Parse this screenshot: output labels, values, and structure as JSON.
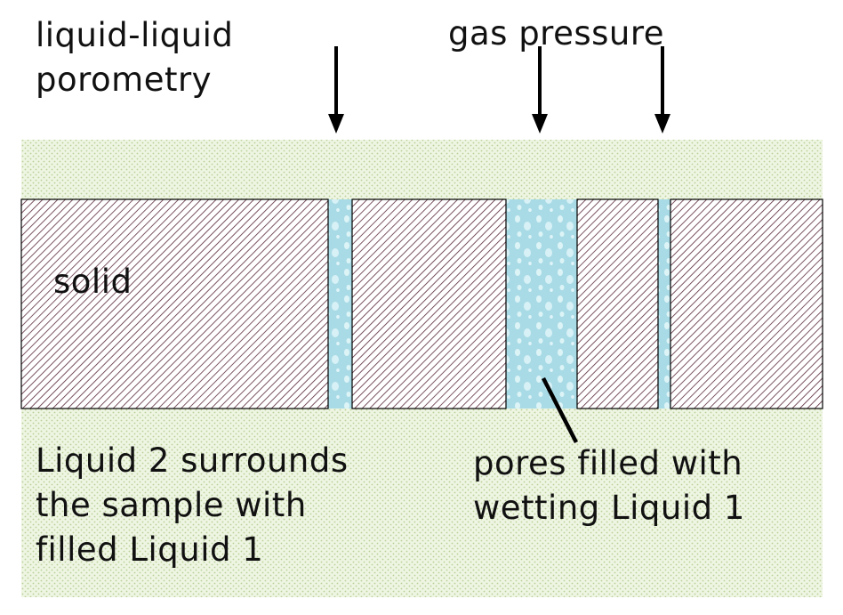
{
  "labels": {
    "title_line1": "liquid-liquid",
    "title_line2": "porometry",
    "gas_pressure": "gas pressure",
    "solid": "solid",
    "liquid2_text": "Liquid 2 surrounds\nthe sample with\nfilled Liquid 1",
    "pores_text": "pores filled with\nwetting Liquid 1"
  },
  "colors": {
    "liquid2_background": "#eef5e2",
    "liquid2_dots": "#b9cf98",
    "solid_fill": "#ffffff",
    "solid_hatch": "#5a2a3a",
    "pore_liquid": "#a9dbe6",
    "pore_drops": "#e6f8fb",
    "arrow": "#000000"
  },
  "icons": {
    "pressure_arrow": "down-arrow-icon"
  }
}
